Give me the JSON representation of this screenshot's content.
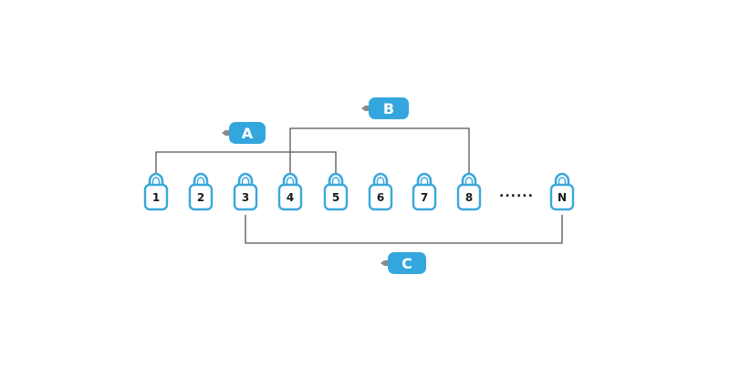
{
  "colors": {
    "lock_stroke": "#3aa7dc",
    "lock_fill": "#ffffff",
    "lock_text": "#1a1a1a",
    "key_fill": "#33a7dd",
    "key_text": "#ffffff",
    "key_handle": "#8a8a8a",
    "bracket": "#555555"
  },
  "locks": [
    "1",
    "2",
    "3",
    "4",
    "5",
    "6",
    "7",
    "8",
    "N"
  ],
  "ellipsis": "......",
  "keys": {
    "a": {
      "label": "A"
    },
    "b": {
      "label": "B"
    },
    "c": {
      "label": "C"
    }
  }
}
